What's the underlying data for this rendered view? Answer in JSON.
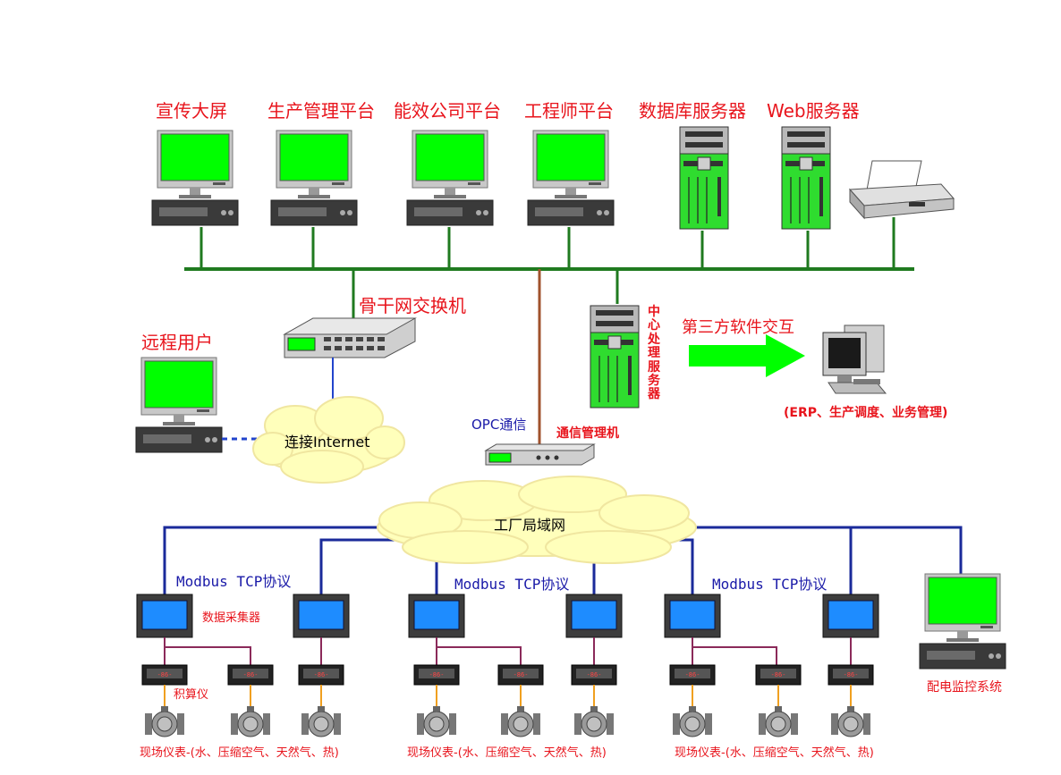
{
  "labels": {
    "promo_screen": "宣传大屏",
    "production_mgmt": "生产管理平台",
    "energy_company": "能效公司平台",
    "engineer": "工程师平台",
    "db_server": "数据库服务器",
    "web_server": "Web服务器",
    "backbone_switch": "骨干网交换机",
    "remote_user": "远程用户",
    "internet": "连接Internet",
    "central_server": "中心处理服务器",
    "third_party": "第三方软件交互",
    "third_party_desc": "(ERP、生产调度、业务管理)",
    "opc": "OPC通信",
    "comm_manager": "通信管理机",
    "factory_lan": "工厂局域网",
    "modbus_1": "Modbus TCP协议",
    "modbus_2": "Modbus TCP协议",
    "modbus_3": "Modbus TCP协议",
    "data_collector": "数据采集器",
    "integrator": "积算仪",
    "power_monitor": "配电监控系统",
    "field_1": "现场仪表-(水、压缩空气、天然气、热)",
    "field_2": "现场仪表-(水、压缩空气、天然气、热)",
    "field_3": "现场仪表-(水、压缩空气、天然气、热)"
  },
  "colors": {
    "label_red": "#e8141c",
    "bus_green": "#1f7a1f",
    "screen_green": "#00ff00",
    "lan_blue": "#1a2a9a",
    "link_purple": "#8b2a5a",
    "sensor_orange": "#f0a020",
    "opc_brown": "#a0522d"
  }
}
